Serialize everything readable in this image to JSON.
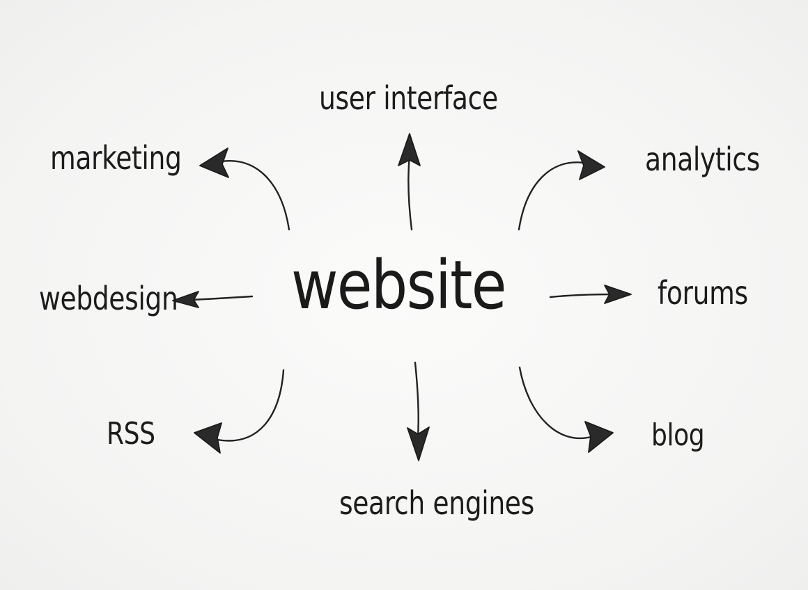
{
  "center": {
    "title": "website"
  },
  "nodes": {
    "user_interface": "user interface",
    "marketing": "marketing",
    "analytics": "analytics",
    "webdesign": "webdesign",
    "forums": "forums",
    "rss": "RSS",
    "search_engines": "search engines",
    "blog": "blog"
  },
  "colors": {
    "background": "#f5f5f4",
    "ink": "#1c1c1c"
  }
}
